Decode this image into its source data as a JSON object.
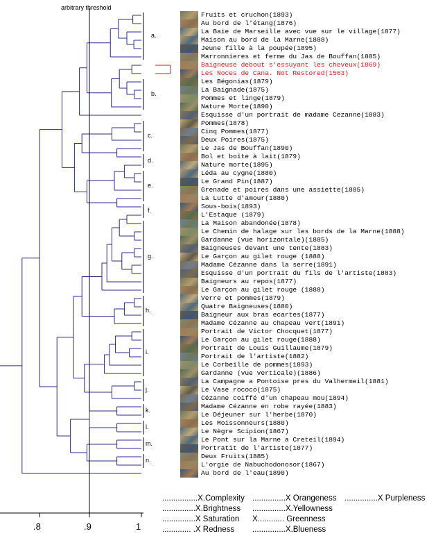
{
  "threshold_label": "arbitrary threshold",
  "axis_ticks": [
    ".8",
    ".9",
    "1"
  ],
  "groups": [
    "a.",
    "b.",
    "c.",
    "d.",
    "e.",
    "f.",
    "g.",
    "h.",
    "i.",
    "j.",
    "k.",
    "l.",
    "m.",
    "n."
  ],
  "paintings": [
    {
      "label": "Fruits et cruchon(1893)",
      "color": "#000000"
    },
    {
      "label": "Au bord de l'étang(1876)",
      "color": "#000000"
    },
    {
      "label": "La Baie de Marseille avec vue sur le village(1877)",
      "color": "#000000"
    },
    {
      "label": "Maison au bord de la Marne(1888)",
      "color": "#000000"
    },
    {
      "label": "Jeune fille à la poupée(1895)",
      "color": "#000000"
    },
    {
      "label": "Marronnieres et ferme du Jas de Bouffan(1885)",
      "color": "#000000"
    },
    {
      "label": "Baigneuse debout s'essuyant les cheveux(1869)",
      "color": "#d41b1b"
    },
    {
      "label": "Les Noces de Cana. Not Restored(1563)",
      "color": "#d41b1b"
    },
    {
      "label": "Les Bégonias(1879)",
      "color": "#000000"
    },
    {
      "label": "La Baignade(1875)",
      "color": "#000000"
    },
    {
      "label": "Pommes et linge(1879)",
      "color": "#000000"
    },
    {
      "label": "Nature Morte(1890)",
      "color": "#000000"
    },
    {
      "label": "Esquisse d'un portrait de madame Cezanne(1883)",
      "color": "#000000"
    },
    {
      "label": "Pommes(1878)",
      "color": "#000000"
    },
    {
      "label": "Cinq Pommes(1877)",
      "color": "#000000"
    },
    {
      "label": "Deux Poires(1875)",
      "color": "#000000"
    },
    {
      "label": "Le Jas de Bouffan(1890)",
      "color": "#000000"
    },
    {
      "label": "Bol et boîte à lait(1879)",
      "color": "#000000"
    },
    {
      "label": "Nature morte(1895)",
      "color": "#000000"
    },
    {
      "label": "Léda au cygne(1880)",
      "color": "#000000"
    },
    {
      "label": "Le Grand Pin(1887)",
      "color": "#000000"
    },
    {
      "label": "Grenade et poires dans une assiette(1885)",
      "color": "#000000"
    },
    {
      "label": "La Lutte d'amour(1880)",
      "color": "#000000"
    },
    {
      "label": "Sous-bois(1893)",
      "color": "#000000"
    },
    {
      "label": "L'Estaque (1879)",
      "color": "#000000"
    },
    {
      "label": "La Maison abandonée(1878)",
      "color": "#000000"
    },
    {
      "label": "Le Chemin de halage sur les bords de la Marne(1888)",
      "color": "#000000"
    },
    {
      "label": "Gardanne (vue horizontale)(1885)",
      "color": "#000000"
    },
    {
      "label": "Baigneuses devant une tente(1883)",
      "color": "#000000"
    },
    {
      "label": "Le Garçon au gilet rouge (1888)",
      "color": "#000000"
    },
    {
      "label": "Madame Cézanne dans la serre(1891)",
      "color": "#000000"
    },
    {
      "label": "Esquisse d'un portrait du fils de l'artiste(1883)",
      "color": "#000000"
    },
    {
      "label": "Baigneurs au repos(1877)",
      "color": "#000000"
    },
    {
      "label": "Le Garçon au gilet rouge (1888)",
      "color": "#000000"
    },
    {
      "label": "Verre et pommes(1879)",
      "color": "#000000"
    },
    {
      "label": "Quatre Baigneuses(1880)",
      "color": "#000000"
    },
    {
      "label": "Baigneur aux bras ecartes(1877)",
      "color": "#000000"
    },
    {
      "label": "Madame Cézanne au chapeau vert(1891)",
      "color": "#000000"
    },
    {
      "label": "Portrait de Victor Chocquet(1877)",
      "color": "#000000"
    },
    {
      "label": "Le Garçon au gilet rouge(1888)",
      "color": "#000000"
    },
    {
      "label": "Portrait de Louis Guillaume(1879)",
      "color": "#000000"
    },
    {
      "label": "Portrait de l'artiste(1882)",
      "color": "#000000"
    },
    {
      "label": "Le Corbeille de pommes(1893)",
      "color": "#000000"
    },
    {
      "label": "Gardanne (vue verticale)(1886)",
      "color": "#000000"
    },
    {
      "label": "La Campagne a Pontoise pres du Valhermeil(1881)",
      "color": "#000000"
    },
    {
      "label": "Le Vase rococo(1875)",
      "color": "#000000"
    },
    {
      "label": "Cézanne coiffé d'un chapeau mou(1894)",
      "color": "#000000"
    },
    {
      "label": "Madame Cézanne en robe rayée(1883)",
      "color": "#000000"
    },
    {
      "label": "Le Déjeuner sur l'herbe(1870)",
      "color": "#000000"
    },
    {
      "label": "Les Moissonneurs(1880)",
      "color": "#000000"
    },
    {
      "label": "Le Nègre Scipion(1867)",
      "color": "#000000"
    },
    {
      "label": "Le Pont sur la Marne a Creteil(1894)",
      "color": "#000000"
    },
    {
      "label": "Portratit de l'artiste(1877)",
      "color": "#000000"
    },
    {
      "label": "Deux Fruits(1885)",
      "color": "#000000"
    },
    {
      "label": "L'orgie de Nabuchodonosor(1867)",
      "color": "#000000"
    },
    {
      "label": "Au bord de l'eau(1890)",
      "color": "#000000"
    }
  ],
  "legend": [
    "................X.Complexity",
    "...............X Orangeness",
    "...............X  Purpleness",
    "...............X.Brightness",
    "...............X.Yellowness",
    "...............X Saturation",
    "X............    Greenness",
    "............. .X Redness",
    "...............X.Blueness"
  ],
  "colors": {
    "tree_line": "#2b2b8a",
    "red": "#d41b1b",
    "axis": "#000000"
  }
}
